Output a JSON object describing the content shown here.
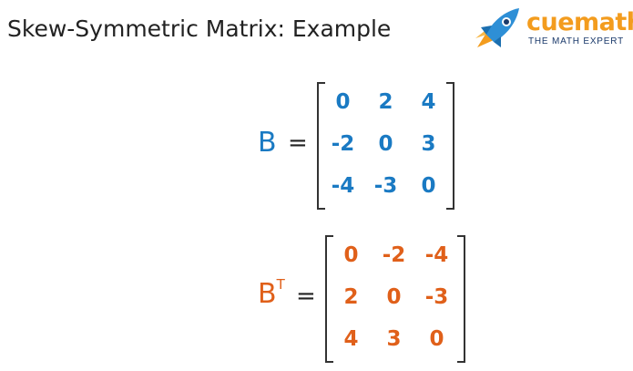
{
  "title": "Skew-Symmetric Matrix: Example",
  "logo": {
    "brand": "cuemath",
    "tagline": "THE MATH EXPERT",
    "icon": "rocket-icon"
  },
  "colors": {
    "matrix_b": "#1a7ac3",
    "matrix_bt": "#e0601a",
    "brand": "#f39c1e",
    "tagline": "#1b3a6b"
  },
  "matrix_b": {
    "label": "B",
    "equals": "=",
    "rows": [
      [
        "0",
        "2",
        "4"
      ],
      [
        "-2",
        "0",
        "3"
      ],
      [
        "-4",
        "-3",
        "0"
      ]
    ]
  },
  "matrix_bt": {
    "label": "B",
    "superscript": "T",
    "equals": "=",
    "rows": [
      [
        "0",
        "-2",
        "-4"
      ],
      [
        "2",
        "0",
        "-3"
      ],
      [
        "4",
        "3",
        "0"
      ]
    ]
  }
}
